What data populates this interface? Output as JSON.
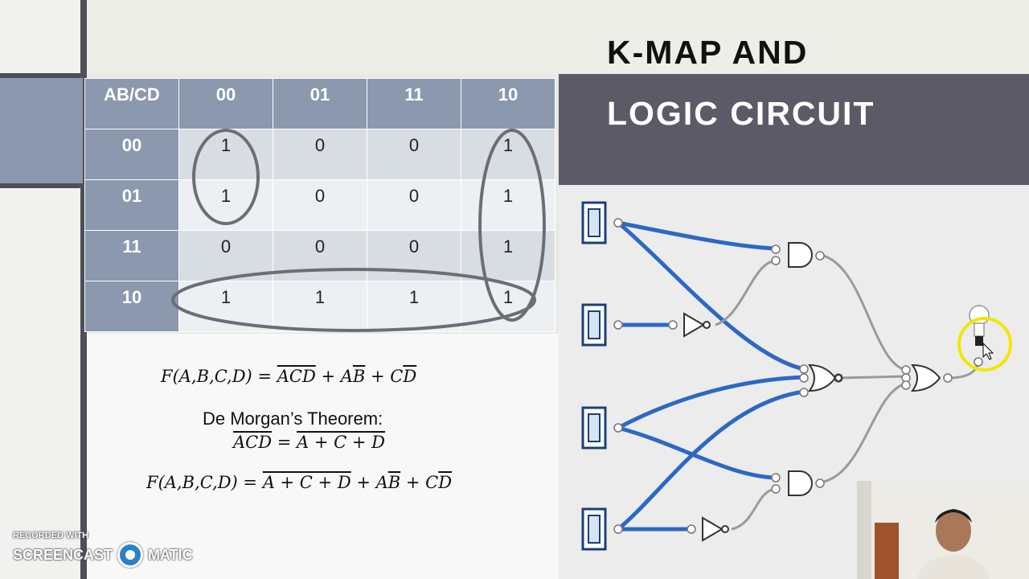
{
  "slide": {
    "title_line1": "K-MAP AND",
    "title_line2": "LOGIC CIRCUIT"
  },
  "kmap": {
    "corner": "AB/CD",
    "columns": [
      "00",
      "01",
      "11",
      "10"
    ],
    "rows": [
      {
        "label": "00",
        "cells": [
          "1",
          "0",
          "0",
          "1"
        ]
      },
      {
        "label": "01",
        "cells": [
          "1",
          "0",
          "0",
          "1"
        ]
      },
      {
        "label": "11",
        "cells": [
          "0",
          "0",
          "0",
          "1"
        ]
      },
      {
        "label": "10",
        "cells": [
          "1",
          "1",
          "1",
          "1"
        ]
      }
    ]
  },
  "equations": {
    "eq1_lhs": "F(A,B,C,D) = ",
    "eq1_t1": "A",
    "eq1_t1b": "C",
    "eq1_t1c": "D",
    "eq1_plus1": " + A",
    "eq1_b": "B",
    "eq1_plus2": " + C",
    "eq1_d": "D",
    "theorem_label": "De Morgan’s Theorem:",
    "dm_a": "A",
    "dm_c": "C",
    "dm_d": "D",
    "dm_eq": " = ",
    "dm_rhs": "A + C + D",
    "eq2_lhs": "F(A,B,C,D) = ",
    "eq2_over": "A + C + D",
    "eq2_plus1": " + A",
    "eq2_b": "B",
    "eq2_plus2": " + C",
    "eq2_d": "D"
  },
  "watermark": {
    "line1": "RECORDED WITH",
    "brand_left": "SCREENCAST",
    "brand_right": "MATIC"
  },
  "colors": {
    "accent_slate": "#8b98ad",
    "frame_dark": "#4f4e59",
    "wire_blue": "#2d68c4",
    "highlight_yellow": "#f3e600"
  }
}
